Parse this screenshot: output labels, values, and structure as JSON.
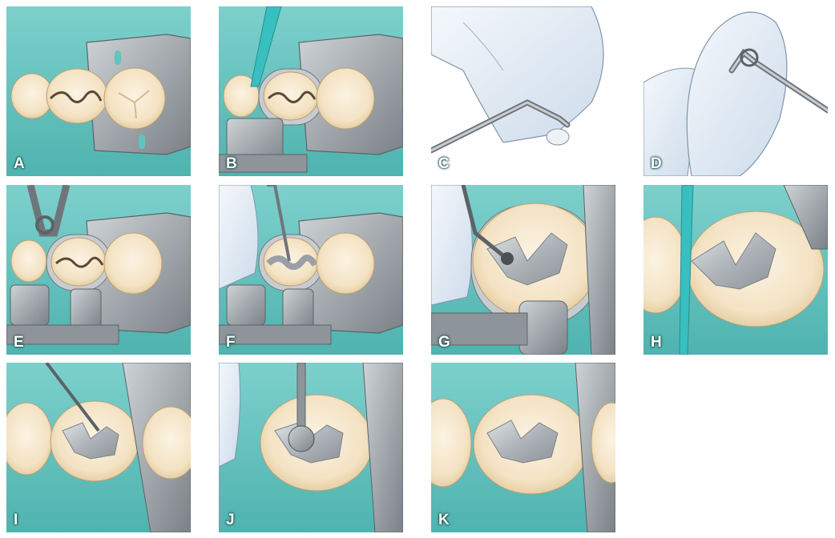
{
  "figure": {
    "panels": [
      {
        "label": "A"
      },
      {
        "label": "B"
      },
      {
        "label": "C"
      },
      {
        "label": "D"
      },
      {
        "label": "E"
      },
      {
        "label": "F"
      },
      {
        "label": "G"
      },
      {
        "label": "H"
      },
      {
        "label": "I"
      },
      {
        "label": "J"
      },
      {
        "label": "K"
      }
    ]
  },
  "colors": {
    "gum": "#62c3bf",
    "tooth": "#f6e8cf",
    "tooth_shade": "#edd7ae",
    "metal": "#a9aeb2",
    "metal_dark": "#6f767b",
    "amalgam": "#b9bec3",
    "glove": "#e3ecf6",
    "wedge": "#38bfc0"
  }
}
